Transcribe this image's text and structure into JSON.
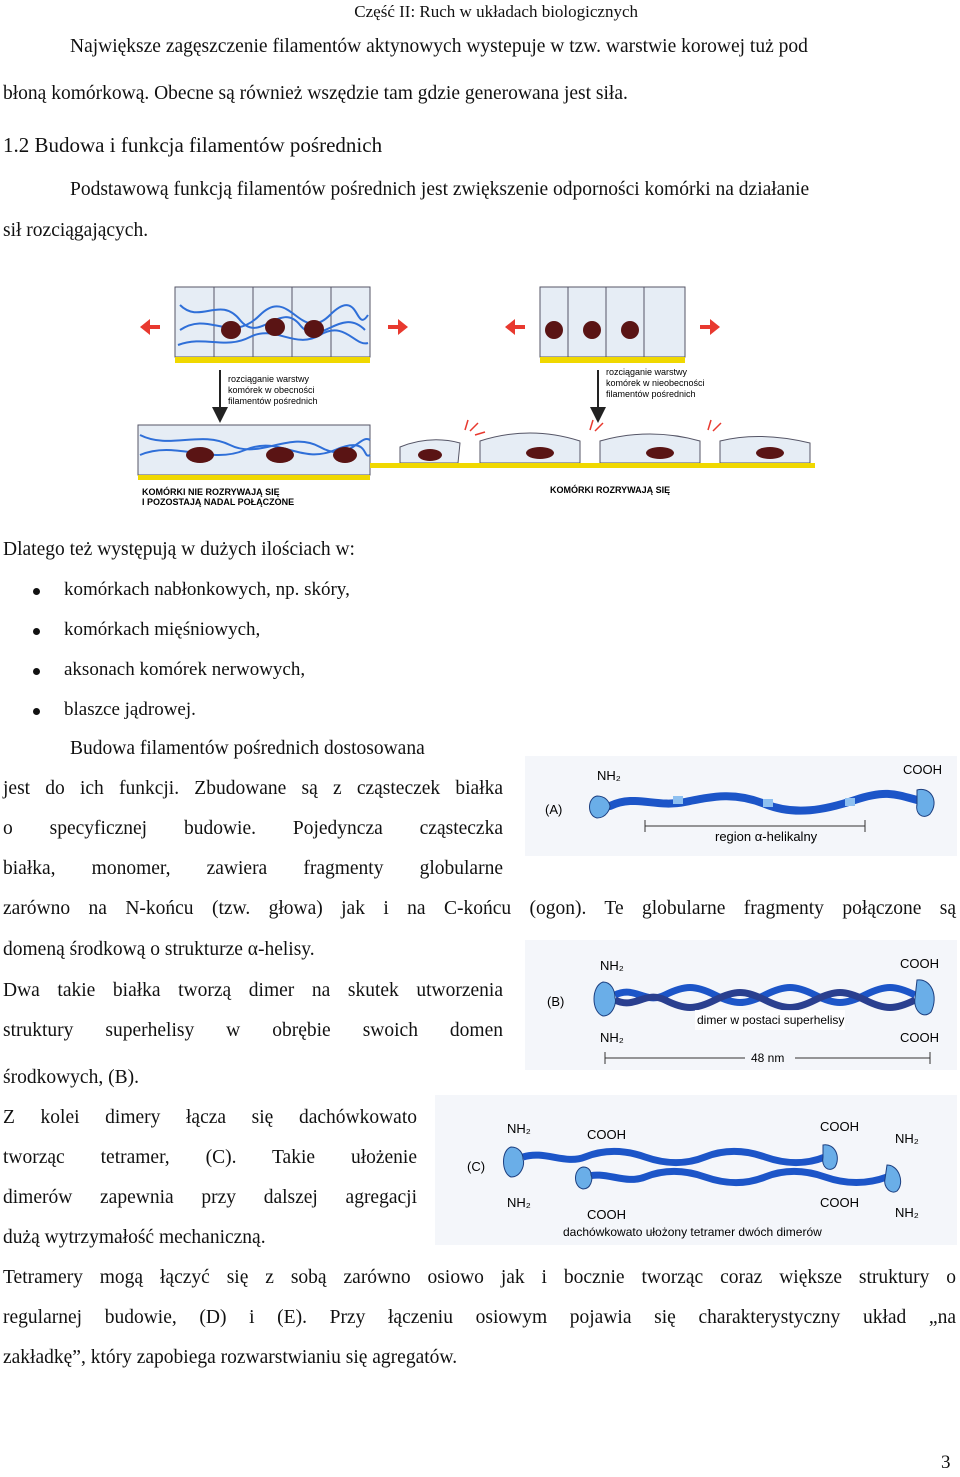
{
  "header": "Część II: Ruch w układach biologicznych",
  "para1": [
    "Największe zagęszczenie filamentów aktynowych wystepuje w tzw. warstwie korowej tuż pod",
    "błoną komórkową. Obecne są również wszędzie tam gdzie generowana jest siła."
  ],
  "section_title": "1.2 Budowa i funkcja filamentów pośrednich",
  "para2": [
    "Podstawową funkcją filamentów pośrednich jest zwiększenie odporności komórki na działanie",
    "sił rozciągających."
  ],
  "figure1": {
    "left_caption": [
      "rozciąganie warstwy",
      "komórek w obecności",
      "filamentów pośrednich"
    ],
    "right_caption": [
      "rozciąganie warstwy",
      "komórek w nieobecności",
      "filamentów pośrednich"
    ],
    "left_result": [
      "KOMÓRKI NIE ROZRYWAJĄ SIĘ",
      "I POZOSTAJĄ NADAL POŁĄCZONE"
    ],
    "right_result": "KOMÓRKI ROZRYWAJĄ SIĘ"
  },
  "intro_list": "Dlatego też występują w dużych ilościach w:",
  "bullets": [
    "komórkach nabłonkowych, np. skóry,",
    "komórkach mięśniowych,",
    "aksonach komórek nerwowych,",
    "blaszce jądrowej."
  ],
  "para3": [
    "Budowa filamentów pośrednich dostosowana",
    "jest do ich funkcji. Zbudowane są z cząsteczek białka",
    "o specyficznej budowie. Pojedyncza cząsteczka",
    "białka, monomer, zawiera fragmenty globularne",
    "zarówno na N-końcu (tzw. głowa) jak i na C-końcu (ogon). Te globularne fragmenty połączone są",
    "domeną środkową o strukturze α-helisy."
  ],
  "para4": [
    "Dwa takie białka tworzą dimer na skutek utworzenia",
    "struktury superhelisy w obrębie swoich domen",
    "środkowych, (B)."
  ],
  "para5": [
    "Z kolei dimery łącza się dachówkowato",
    "tworząc tetramer, (C). Takie ułożenie",
    "dimerów zapewnia przy dalszej agregacji",
    "dużą wytrzymałość mechaniczną."
  ],
  "para6": [
    "Tetramery mogą łączyć się z sobą zarówno osiowo jak i bocznie tworząc coraz większe struktury o",
    "regularnej budowie, (D) i (E). Przy łączeniu osiowym pojawia się charakterystyczny układ „na",
    "zakładkę”, który zapobiega rozwarstwianiu się agregatów."
  ],
  "figA": {
    "label": "(A)",
    "nh2": "NH₂",
    "cooh": "COOH",
    "region": "region α-helikalny"
  },
  "figB": {
    "label": "(B)",
    "nh2_top": "NH₂",
    "nh2_bottom": "NH₂",
    "cooh_top": "COOH",
    "cooh_bottom": "COOH",
    "caption": "dimer w postaci superhelisy",
    "length": "48 nm"
  },
  "figC": {
    "label": "(C)",
    "nh2_1": "NH₂",
    "nh2_2": "NH₂",
    "nh2_3": "NH₂",
    "nh2_4": "NH₂",
    "cooh_1": "COOH",
    "cooh_2": "COOH",
    "cooh_3": "COOH",
    "cooh_4": "COOH",
    "caption": "dachówkowato ułożony tetramer dwóch dimerów"
  },
  "page_number": "3",
  "colors": {
    "filament": "#2f6fd8",
    "arrow": "#e8392f",
    "nucleus": "#5a1414",
    "membrane": "#f0d800",
    "shade": "#e6edf5"
  }
}
